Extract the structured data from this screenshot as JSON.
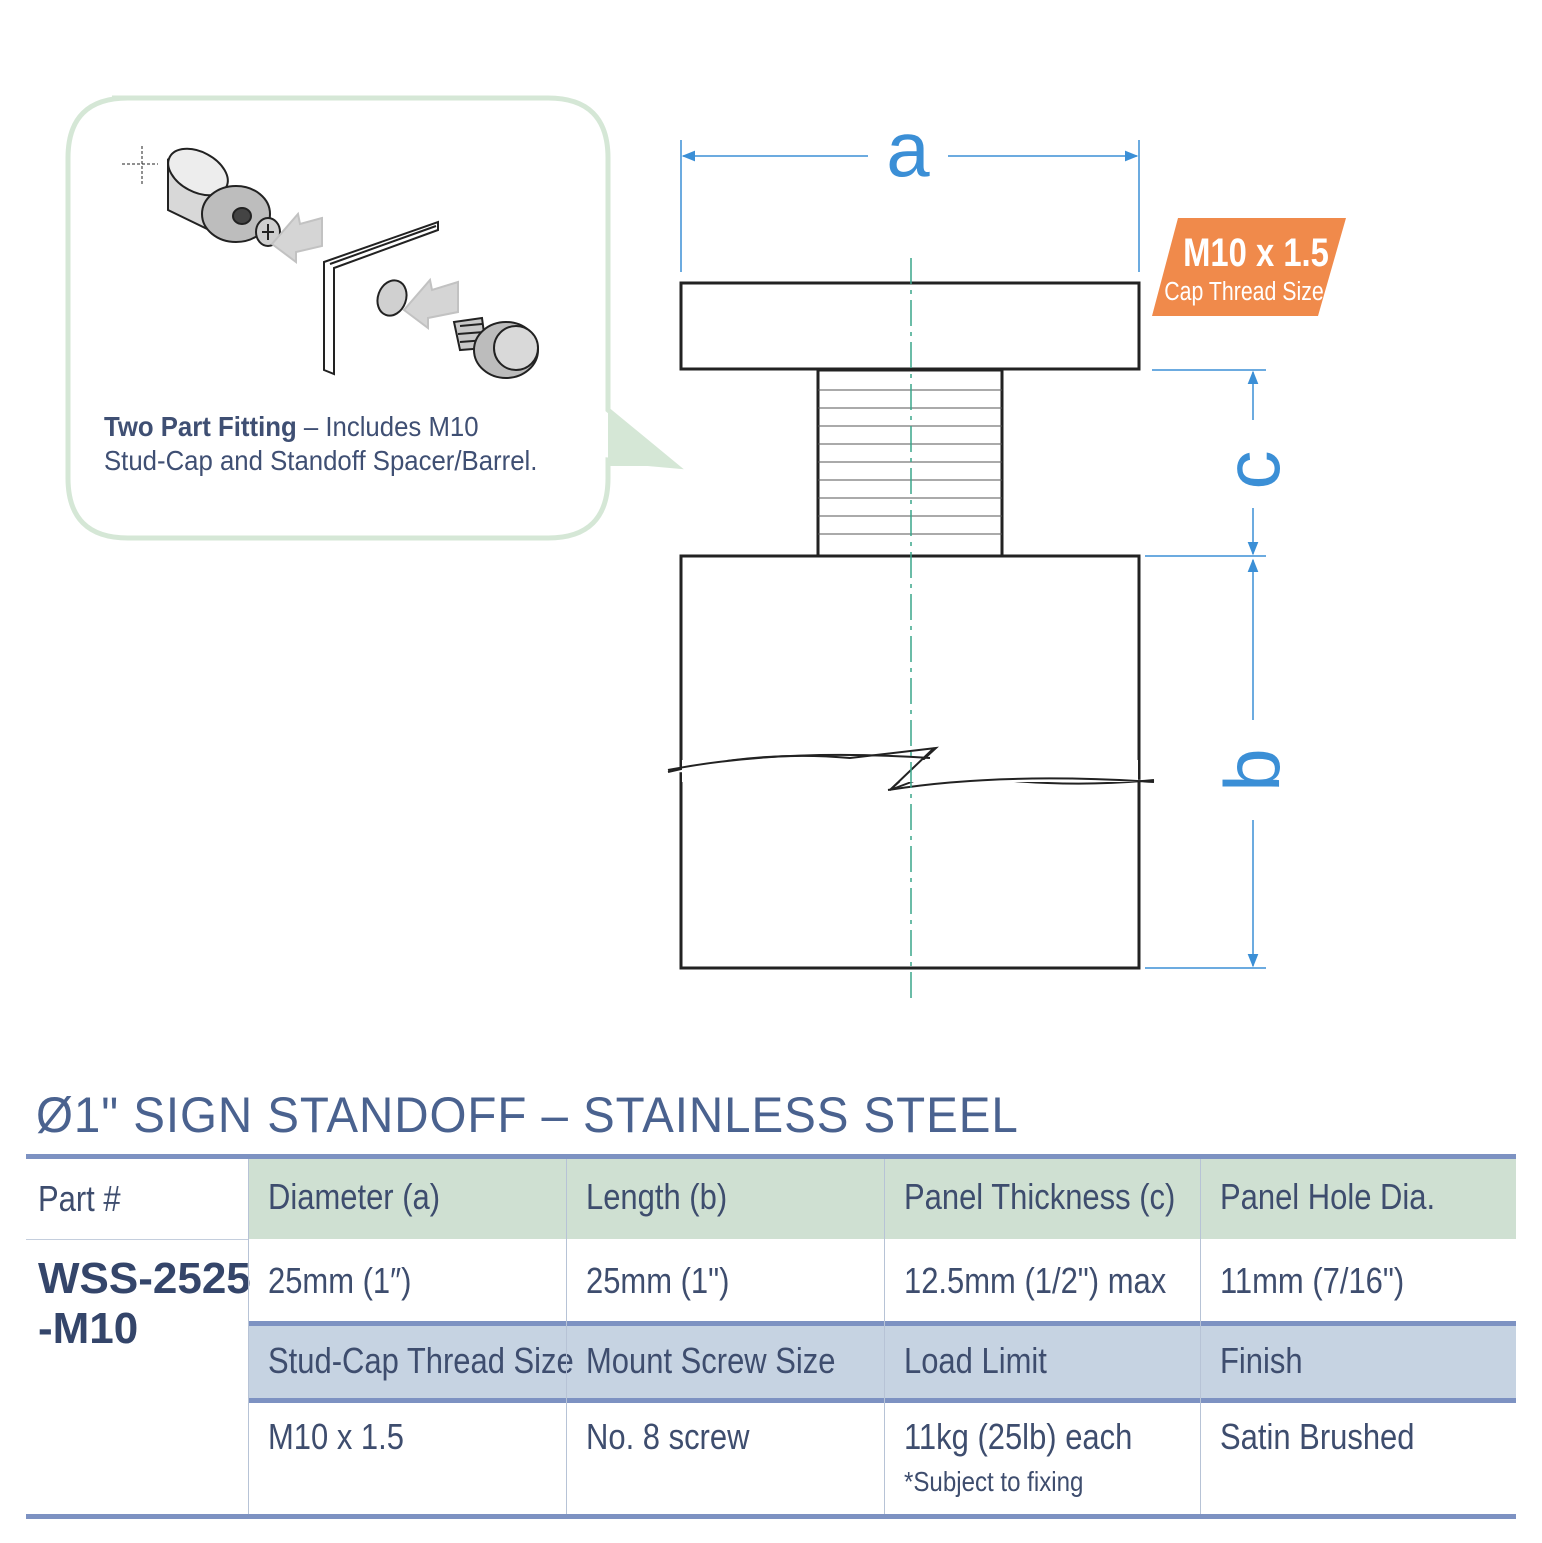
{
  "callout": {
    "bold_text": "Two Part Fitting",
    "text_line1": " – Includes M10",
    "text_line2": "Stud-Cap and Standoff Spacer/Barrel."
  },
  "dimension_labels": {
    "a": "a",
    "b": "b",
    "c": "c"
  },
  "thread_badge": {
    "size": "M10 x 1.5",
    "label": "Cap Thread Size",
    "color": "#f08a4b"
  },
  "colors": {
    "dimension_blue": "#3b8fd6",
    "centerline_green": "#3aa58a",
    "callout_border": "#d5e7d6",
    "title_blue": "#4a628f"
  },
  "title": "Ø1\" SIGN STANDOFF – STAINLESS STEEL",
  "table": {
    "part_header": "Part #",
    "part_number_line1": "WSS-2525",
    "part_number_line2": "-M10",
    "headers_row1": [
      "Diameter (a)",
      "Length (b)",
      "Panel Thickness (c)",
      "Panel Hole Dia."
    ],
    "values_row1": [
      "25mm (1″)",
      "25mm (1\")",
      "12.5mm (1/2\") max",
      "11mm (7/16\")"
    ],
    "headers_row2": [
      "Stud-Cap Thread Size",
      "Mount Screw Size",
      "Load Limit",
      "Finish"
    ],
    "values_row2": [
      "M10 x 1.5",
      "No. 8 screw",
      "11kg (25lb) each",
      "Satin Brushed"
    ],
    "load_note": "*Subject to fixing"
  }
}
